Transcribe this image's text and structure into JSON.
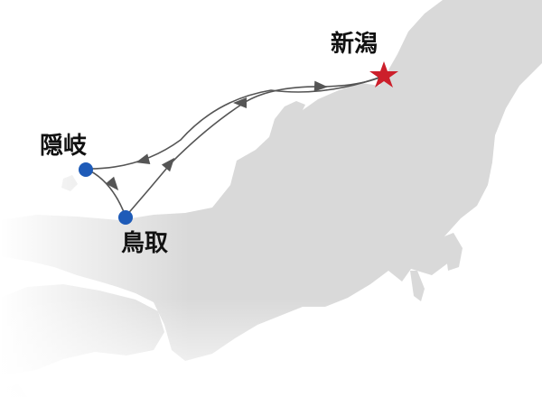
{
  "map": {
    "places": [
      {
        "name": "新潟",
        "marker": "star-icon"
      },
      {
        "name": "隠岐",
        "marker": "dot-icon"
      },
      {
        "name": "鳥取",
        "marker": "dot-icon"
      }
    ],
    "colors": {
      "land": "#d9d9d9",
      "route": "#555555",
      "star": "#cc1f2b",
      "dot": "#1e5bb8",
      "label": "#111111"
    }
  }
}
